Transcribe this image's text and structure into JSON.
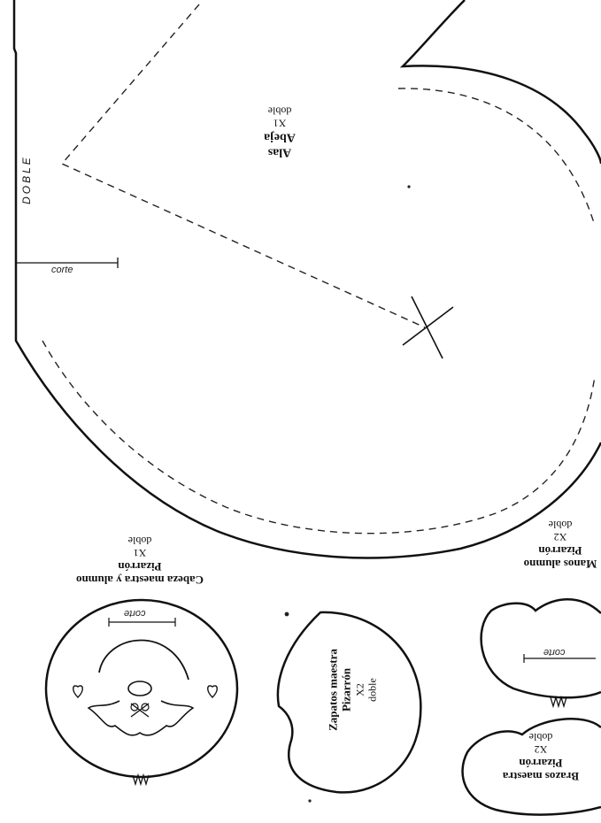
{
  "wings": {
    "title": "Alas",
    "subtitle": "Abeja",
    "qty": "X1",
    "fold": "doble",
    "fold_edge": "DOBLE",
    "cut": "corte"
  },
  "head": {
    "title": "Cabeza maestra y alumno",
    "subtitle": "Pizarrón",
    "qty": "X1",
    "fold": "doble",
    "cut": "corte"
  },
  "shoes": {
    "title": "Zapatos maestra",
    "subtitle": "Pizarrón",
    "qty": "X2",
    "fold": "doble"
  },
  "hands": {
    "title": "Manos alumno",
    "subtitle": "Pizarrón",
    "qty": "X2",
    "fold": "doble",
    "cut": "corte"
  },
  "arms": {
    "title": "Brazos maestra",
    "subtitle": "Pizarrón",
    "qty": "X2",
    "fold": "doble"
  }
}
